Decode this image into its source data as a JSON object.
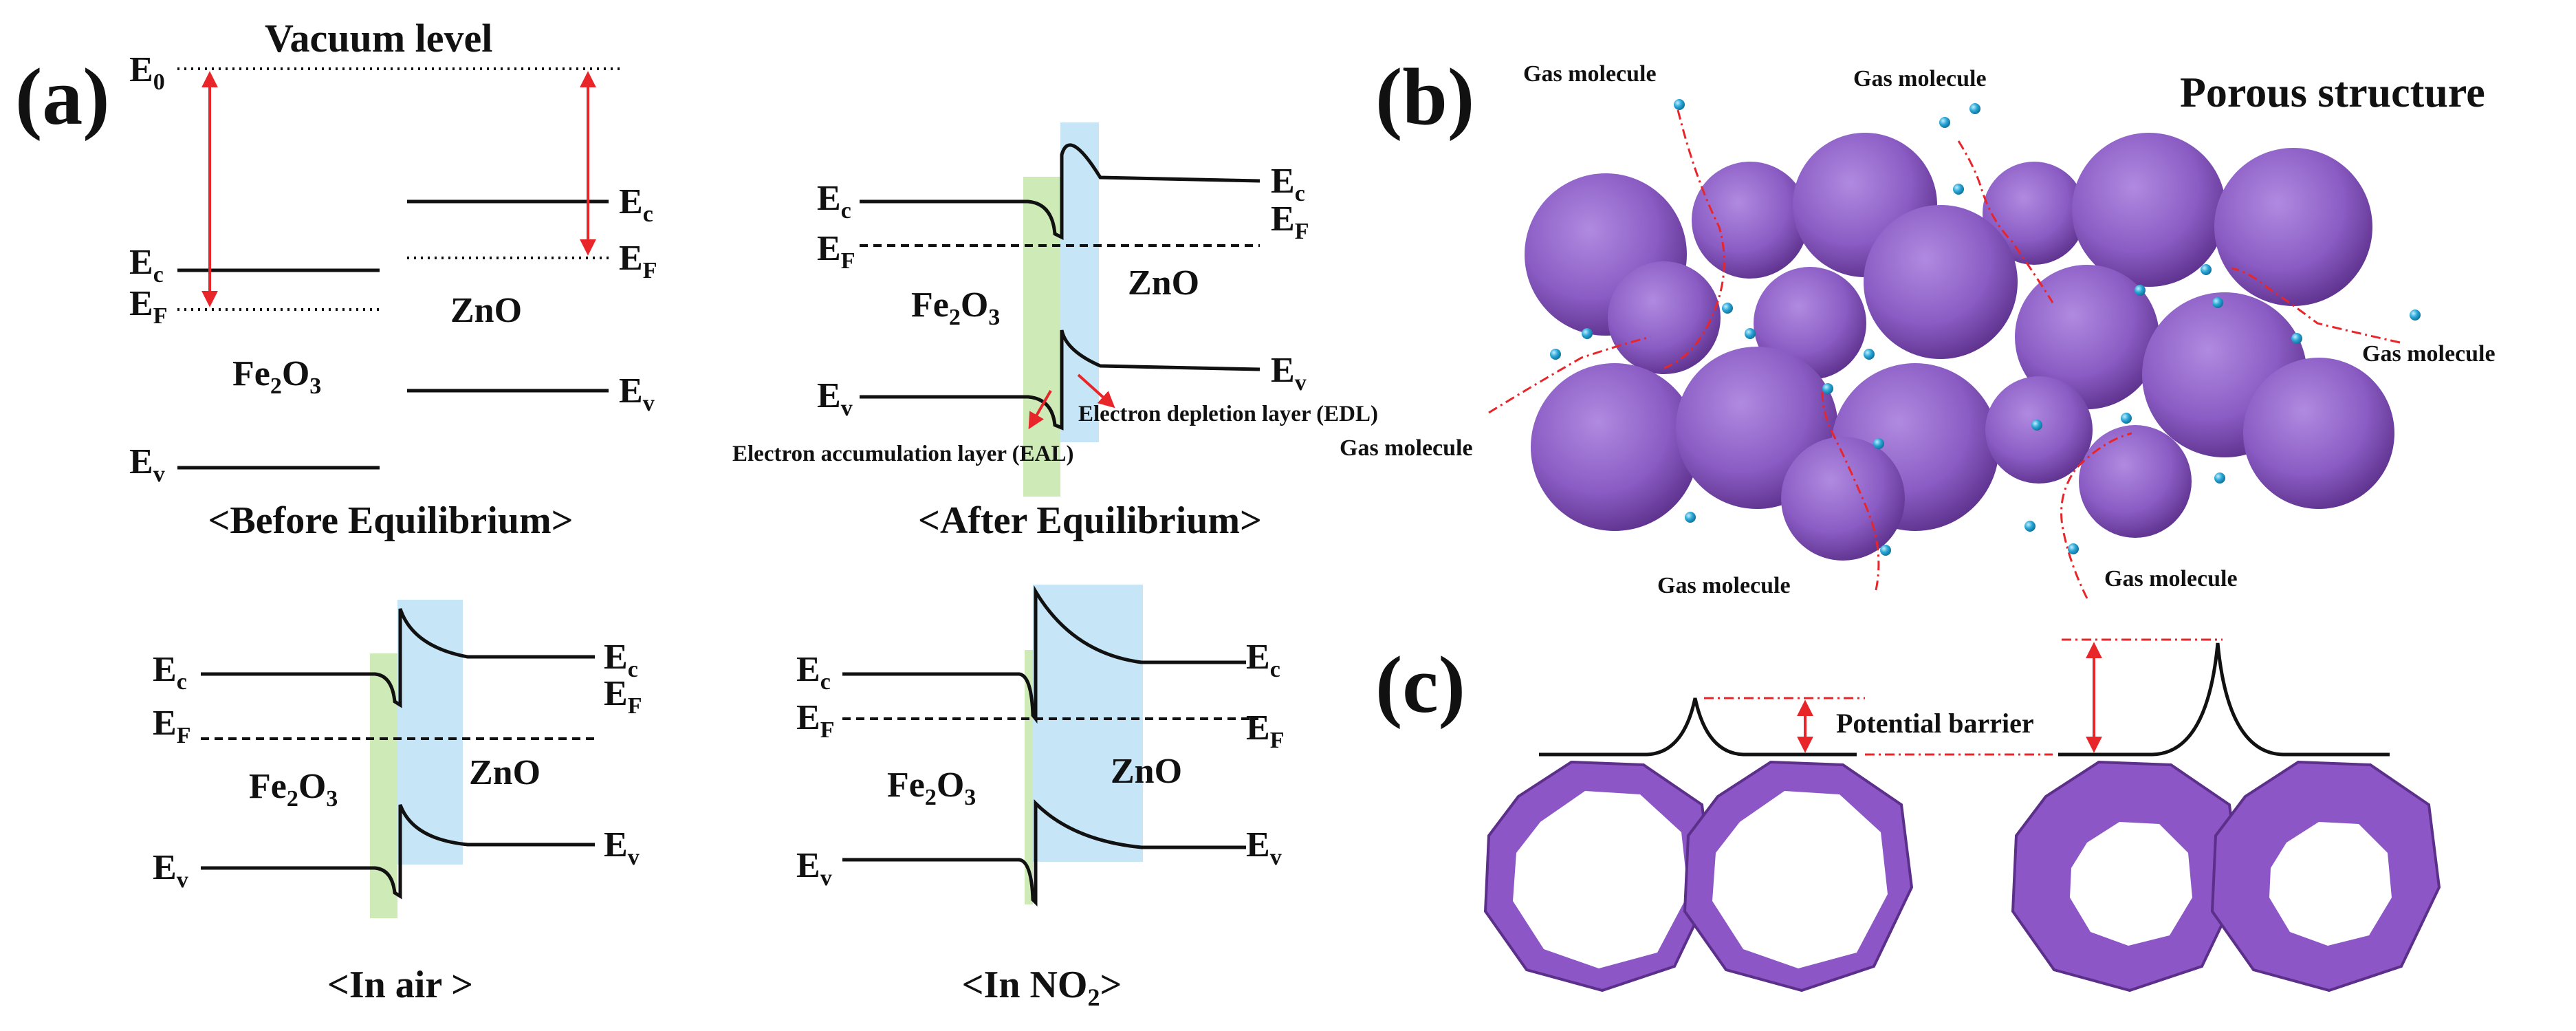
{
  "panels": {
    "a": "(a)",
    "b": "(b)",
    "c": "(c)"
  },
  "panel_a": {
    "vacuum_level": "Vacuum level",
    "before": {
      "caption": "<Before Equilibrium>",
      "e0": {
        "main": "E",
        "sub": "0"
      },
      "ec_left": {
        "main": "E",
        "sub": "c"
      },
      "ef_left": {
        "main": "E",
        "sub": "F"
      },
      "ev_left": {
        "main": "E",
        "sub": "v"
      },
      "ec_right": {
        "main": "E",
        "sub": "c"
      },
      "ef_right": {
        "main": "E",
        "sub": "F"
      },
      "ev_right": {
        "main": "E",
        "sub": "v"
      },
      "fe2o3": {
        "a": "Fe",
        "b": "2",
        "c": "O",
        "d": "3"
      },
      "zno": "ZnO"
    },
    "after": {
      "caption": "<After Equilibrium>",
      "ec_left": {
        "main": "E",
        "sub": "c"
      },
      "ef_left": {
        "main": "E",
        "sub": "F"
      },
      "ev_left": {
        "main": "E",
        "sub": "v"
      },
      "ec_right": {
        "main": "E",
        "sub": "c"
      },
      "ef_right": {
        "main": "E",
        "sub": "F"
      },
      "ev_right": {
        "main": "E",
        "sub": "v"
      },
      "fe2o3": {
        "a": "Fe",
        "b": "2",
        "c": "O",
        "d": "3"
      },
      "zno": "ZnO",
      "edl": "Electron depletion layer (EDL)",
      "eal": "Electron accumulation layer (EAL)"
    },
    "air": {
      "caption": "<In air >",
      "ec_left": {
        "main": "E",
        "sub": "c"
      },
      "ef_left": {
        "main": "E",
        "sub": "F"
      },
      "ev_left": {
        "main": "E",
        "sub": "v"
      },
      "ec_right": {
        "main": "E",
        "sub": "c"
      },
      "ef_right": {
        "main": "E",
        "sub": "F"
      },
      "ev_right": {
        "main": "E",
        "sub": "v"
      },
      "fe2o3": {
        "a": "Fe",
        "b": "2",
        "c": "O",
        "d": "3"
      },
      "zno": "ZnO"
    },
    "no2": {
      "caption": {
        "pre": "<In NO",
        "sub": "2",
        "post": ">"
      },
      "ec_left": {
        "main": "E",
        "sub": "c"
      },
      "ef_left": {
        "main": "E",
        "sub": "F"
      },
      "ev_left": {
        "main": "E",
        "sub": "v"
      },
      "ec_right": {
        "main": "E",
        "sub": "c"
      },
      "ef_right": {
        "main": "E",
        "sub": "F"
      },
      "ev_right": {
        "main": "E",
        "sub": "v"
      },
      "fe2o3": {
        "a": "Fe",
        "b": "2",
        "c": "O",
        "d": "3"
      },
      "zno": "ZnO"
    }
  },
  "panel_b": {
    "title": "Porous structure",
    "gas": [
      "Gas molecule",
      "Gas molecule",
      "Gas molecule",
      "Gas molecule",
      "Gas molecule",
      "Gas molecule"
    ]
  },
  "panel_c": {
    "barrier": "Potential barrier"
  },
  "colors": {
    "purple": "#8c56c6",
    "purple_dark": "#5b2f8a",
    "green": "#cdeab7",
    "blue": "#c6e6f8",
    "red": "#e8262a",
    "dot": "#2aa6d6"
  }
}
